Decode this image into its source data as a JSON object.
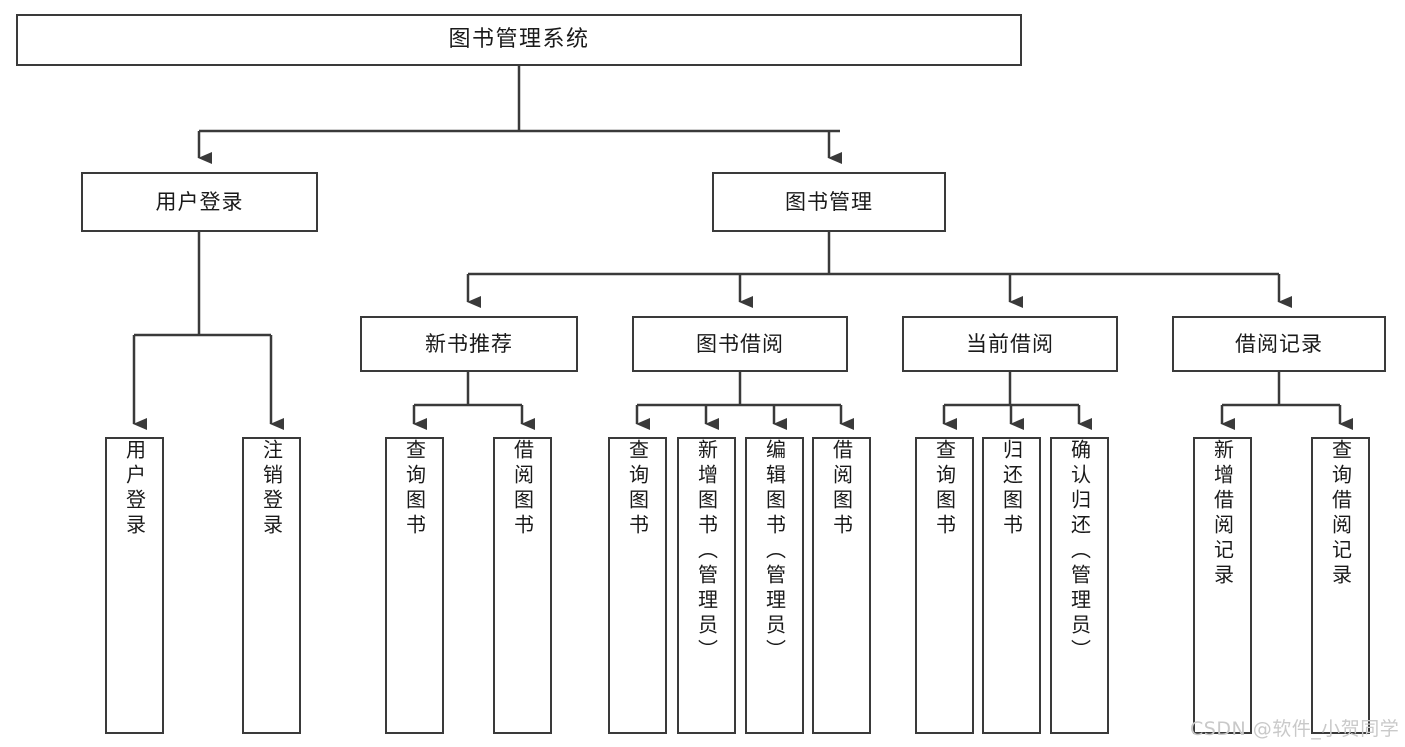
{
  "diagram": {
    "type": "tree-hierarchy-chart",
    "title": "图书管理系统",
    "root": {
      "label": "图书管理系统"
    },
    "level2": [
      {
        "id": "user-login",
        "label": "用户登录"
      },
      {
        "id": "book-management",
        "label": "图书管理"
      }
    ],
    "level3": [
      {
        "id": "new-book-recommend",
        "label": "新书推荐",
        "parent": "book-management"
      },
      {
        "id": "book-borrow",
        "label": "图书借阅",
        "parent": "book-management"
      },
      {
        "id": "current-borrow",
        "label": "当前借阅",
        "parent": "book-management"
      },
      {
        "id": "borrow-record",
        "label": "借阅记录",
        "parent": "book-management"
      }
    ],
    "leaves": [
      {
        "id": "leaf-user-login",
        "label": "用户登录",
        "parent": "user-login"
      },
      {
        "id": "leaf-logout-login",
        "label": "注销登录",
        "parent": "user-login"
      },
      {
        "id": "leaf-query-book-1",
        "label": "查询图书",
        "parent": "new-book-recommend"
      },
      {
        "id": "leaf-borrow-book-1",
        "label": "借阅图书",
        "parent": "new-book-recommend"
      },
      {
        "id": "leaf-query-book-2",
        "label": "查询图书",
        "parent": "book-borrow"
      },
      {
        "id": "leaf-add-book",
        "label": "新增图书（管理员）",
        "parent": "book-borrow"
      },
      {
        "id": "leaf-edit-book",
        "label": "编辑图书（管理员）",
        "parent": "book-borrow"
      },
      {
        "id": "leaf-borrow-book-2",
        "label": "借阅图书",
        "parent": "book-borrow"
      },
      {
        "id": "leaf-query-book-3",
        "label": "查询图书",
        "parent": "current-borrow"
      },
      {
        "id": "leaf-return-book",
        "label": "归还图书",
        "parent": "current-borrow"
      },
      {
        "id": "leaf-confirm-return",
        "label": "确认归还（管理员）",
        "parent": "current-borrow"
      },
      {
        "id": "leaf-add-record",
        "label": "新增借阅记录",
        "parent": "borrow-record"
      },
      {
        "id": "leaf-query-record",
        "label": "查询借阅记录",
        "parent": "borrow-record"
      }
    ]
  },
  "watermark": {
    "text": "CSDN @软件_小贺同学"
  },
  "colors": {
    "stroke": "#3a3a3a",
    "fill": "#ffffff",
    "text": "#1a1a1a",
    "watermark": "#c9c9c9"
  }
}
